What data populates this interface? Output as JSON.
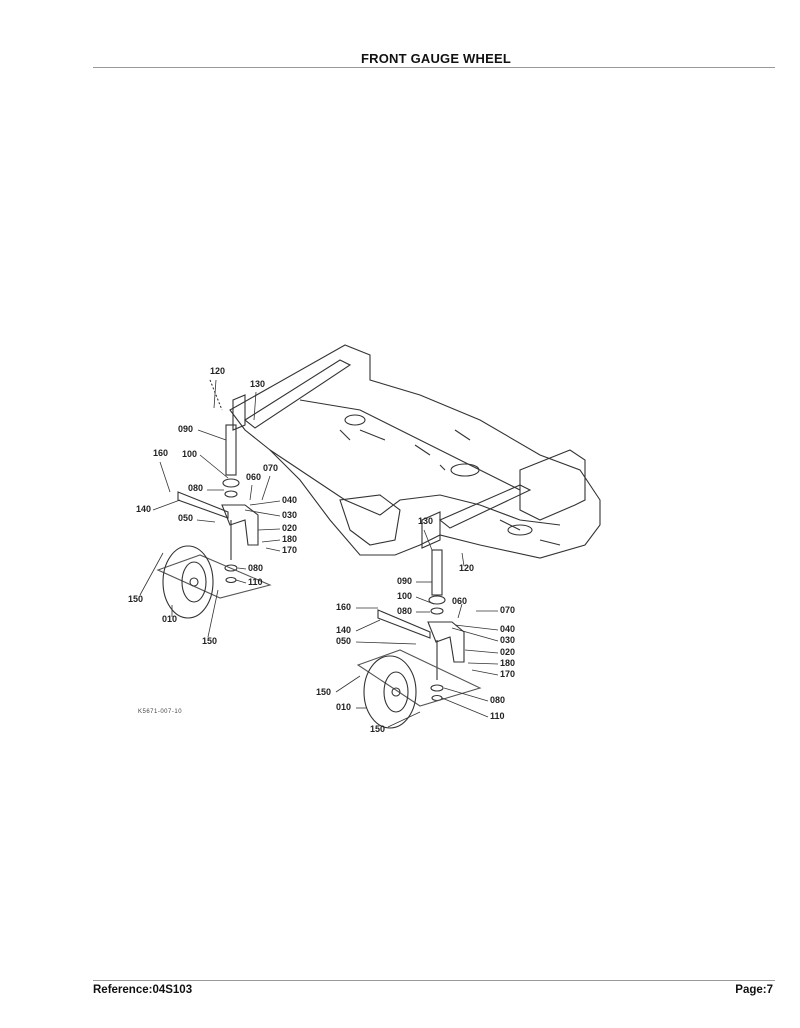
{
  "header": {
    "title": "FRONT GAUGE WHEEL"
  },
  "diagram": {
    "drawing_code": "K5671-007-10",
    "left_assembly_labels": [
      "120",
      "130",
      "090",
      "100",
      "160",
      "080",
      "060",
      "070",
      "040",
      "140",
      "050",
      "030",
      "020",
      "180",
      "170",
      "080",
      "110",
      "150",
      "010",
      "150"
    ],
    "right_assembly_labels": [
      "130",
      "120",
      "090",
      "100",
      "060",
      "160",
      "080",
      "070",
      "140",
      "040",
      "050",
      "030",
      "020",
      "180",
      "170",
      "150",
      "080",
      "010",
      "110",
      "150"
    ]
  },
  "footer": {
    "reference": "Reference:04S103",
    "page": "Page:7"
  }
}
